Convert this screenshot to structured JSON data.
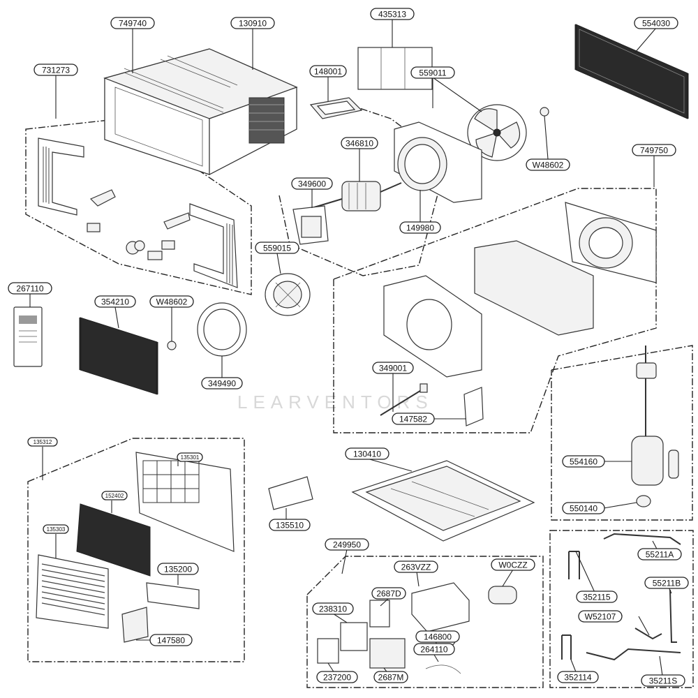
{
  "watermark": "LEARVENTORS",
  "callouts": [
    {
      "id": "c749740",
      "text": "749740"
    },
    {
      "id": "c130910",
      "text": "130910"
    },
    {
      "id": "c435313",
      "text": "435313"
    },
    {
      "id": "c554030",
      "text": "554030"
    },
    {
      "id": "c731273",
      "text": "731273"
    },
    {
      "id": "c148001",
      "text": "148001"
    },
    {
      "id": "c559011",
      "text": "559011"
    },
    {
      "id": "c346810",
      "text": "346810"
    },
    {
      "id": "cW48602a",
      "text": "W48602"
    },
    {
      "id": "c749750",
      "text": "749750"
    },
    {
      "id": "c349600",
      "text": "349600"
    },
    {
      "id": "c149980",
      "text": "149980"
    },
    {
      "id": "c559015",
      "text": "559015"
    },
    {
      "id": "c267110",
      "text": "267110"
    },
    {
      "id": "c354210",
      "text": "354210"
    },
    {
      "id": "cW48602b",
      "text": "W48602"
    },
    {
      "id": "c349490",
      "text": "349490"
    },
    {
      "id": "c349001",
      "text": "349001"
    },
    {
      "id": "c147582",
      "text": "147582"
    },
    {
      "id": "c135312",
      "text": "135312"
    },
    {
      "id": "c135301",
      "text": "135301"
    },
    {
      "id": "c152402",
      "text": "152402"
    },
    {
      "id": "c135303",
      "text": "135303"
    },
    {
      "id": "c135200",
      "text": "135200"
    },
    {
      "id": "c147580",
      "text": "147580"
    },
    {
      "id": "c130410",
      "text": "130410"
    },
    {
      "id": "c135510",
      "text": "135510"
    },
    {
      "id": "c554160",
      "text": "554160"
    },
    {
      "id": "c550140",
      "text": "550140"
    },
    {
      "id": "c249950",
      "text": "249950"
    },
    {
      "id": "c263VZZ",
      "text": "263VZZ"
    },
    {
      "id": "cW0CZZ",
      "text": "W0CZZ"
    },
    {
      "id": "c2687D",
      "text": "2687D"
    },
    {
      "id": "c238310",
      "text": "238310"
    },
    {
      "id": "c146800",
      "text": "146800"
    },
    {
      "id": "c264110",
      "text": "264110"
    },
    {
      "id": "c237200",
      "text": "237200"
    },
    {
      "id": "c2687M",
      "text": "2687M"
    },
    {
      "id": "c55211A",
      "text": "55211A"
    },
    {
      "id": "c352115",
      "text": "352115"
    },
    {
      "id": "c55211B",
      "text": "55211B"
    },
    {
      "id": "cW52107",
      "text": "W52107"
    },
    {
      "id": "c352114",
      "text": "352114"
    },
    {
      "id": "c35211S",
      "text": "35211S"
    }
  ]
}
